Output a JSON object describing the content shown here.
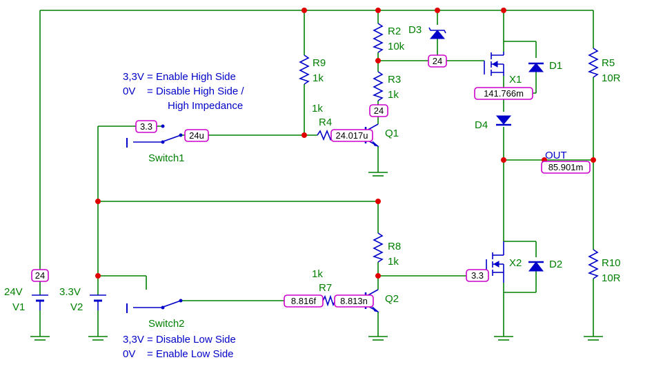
{
  "components": {
    "R9": {
      "name": "R9",
      "value": "1k"
    },
    "R2": {
      "name": "R2",
      "value": "10k"
    },
    "R3": {
      "name": "R3",
      "value": "1k"
    },
    "R4": {
      "name": "R4",
      "value": "1k"
    },
    "R5": {
      "name": "R5",
      "value": "10R"
    },
    "R10": {
      "name": "R10",
      "value": "10R"
    },
    "R8": {
      "name": "R8",
      "value": "1k"
    },
    "R7": {
      "name": "R7",
      "value": "1k"
    },
    "D1": {
      "name": "D1"
    },
    "D2": {
      "name": "D2"
    },
    "D3": {
      "name": "D3"
    },
    "D4": {
      "name": "D4"
    },
    "X1": {
      "name": "X1"
    },
    "X2": {
      "name": "X2"
    },
    "Q1": {
      "name": "Q1"
    },
    "Q2": {
      "name": "Q2"
    },
    "V1": {
      "name": "V1",
      "value": "24V"
    },
    "V2": {
      "name": "V2",
      "value": "3.3V"
    },
    "Switch1": {
      "name": "Switch1"
    },
    "Switch2": {
      "name": "Switch2"
    },
    "OUT": {
      "name": "OUT"
    }
  },
  "probes": {
    "v1": "24",
    "v2": "24",
    "sw1_in": "3.3",
    "sw1_out": "24u",
    "q1_base": "24.017u",
    "q1_col": "24",
    "x1_src": "141.766m",
    "out": "85.901m",
    "x2_gate": "3.3",
    "r7_left": "8.816f",
    "r7_right": "8.813n"
  },
  "notes": {
    "high_line1": "3,3V = Enable High Side",
    "high_line2": "0V    = Disable High Side /",
    "high_line3": "High Impedance",
    "low_line1": "3,3V = Disable Low Side",
    "low_line2": "0V    = Enable Low Side"
  },
  "colors": {
    "wire": "#008000",
    "component": "#0000c8",
    "node": "#e00000",
    "probe_border": "#cc00cc"
  }
}
